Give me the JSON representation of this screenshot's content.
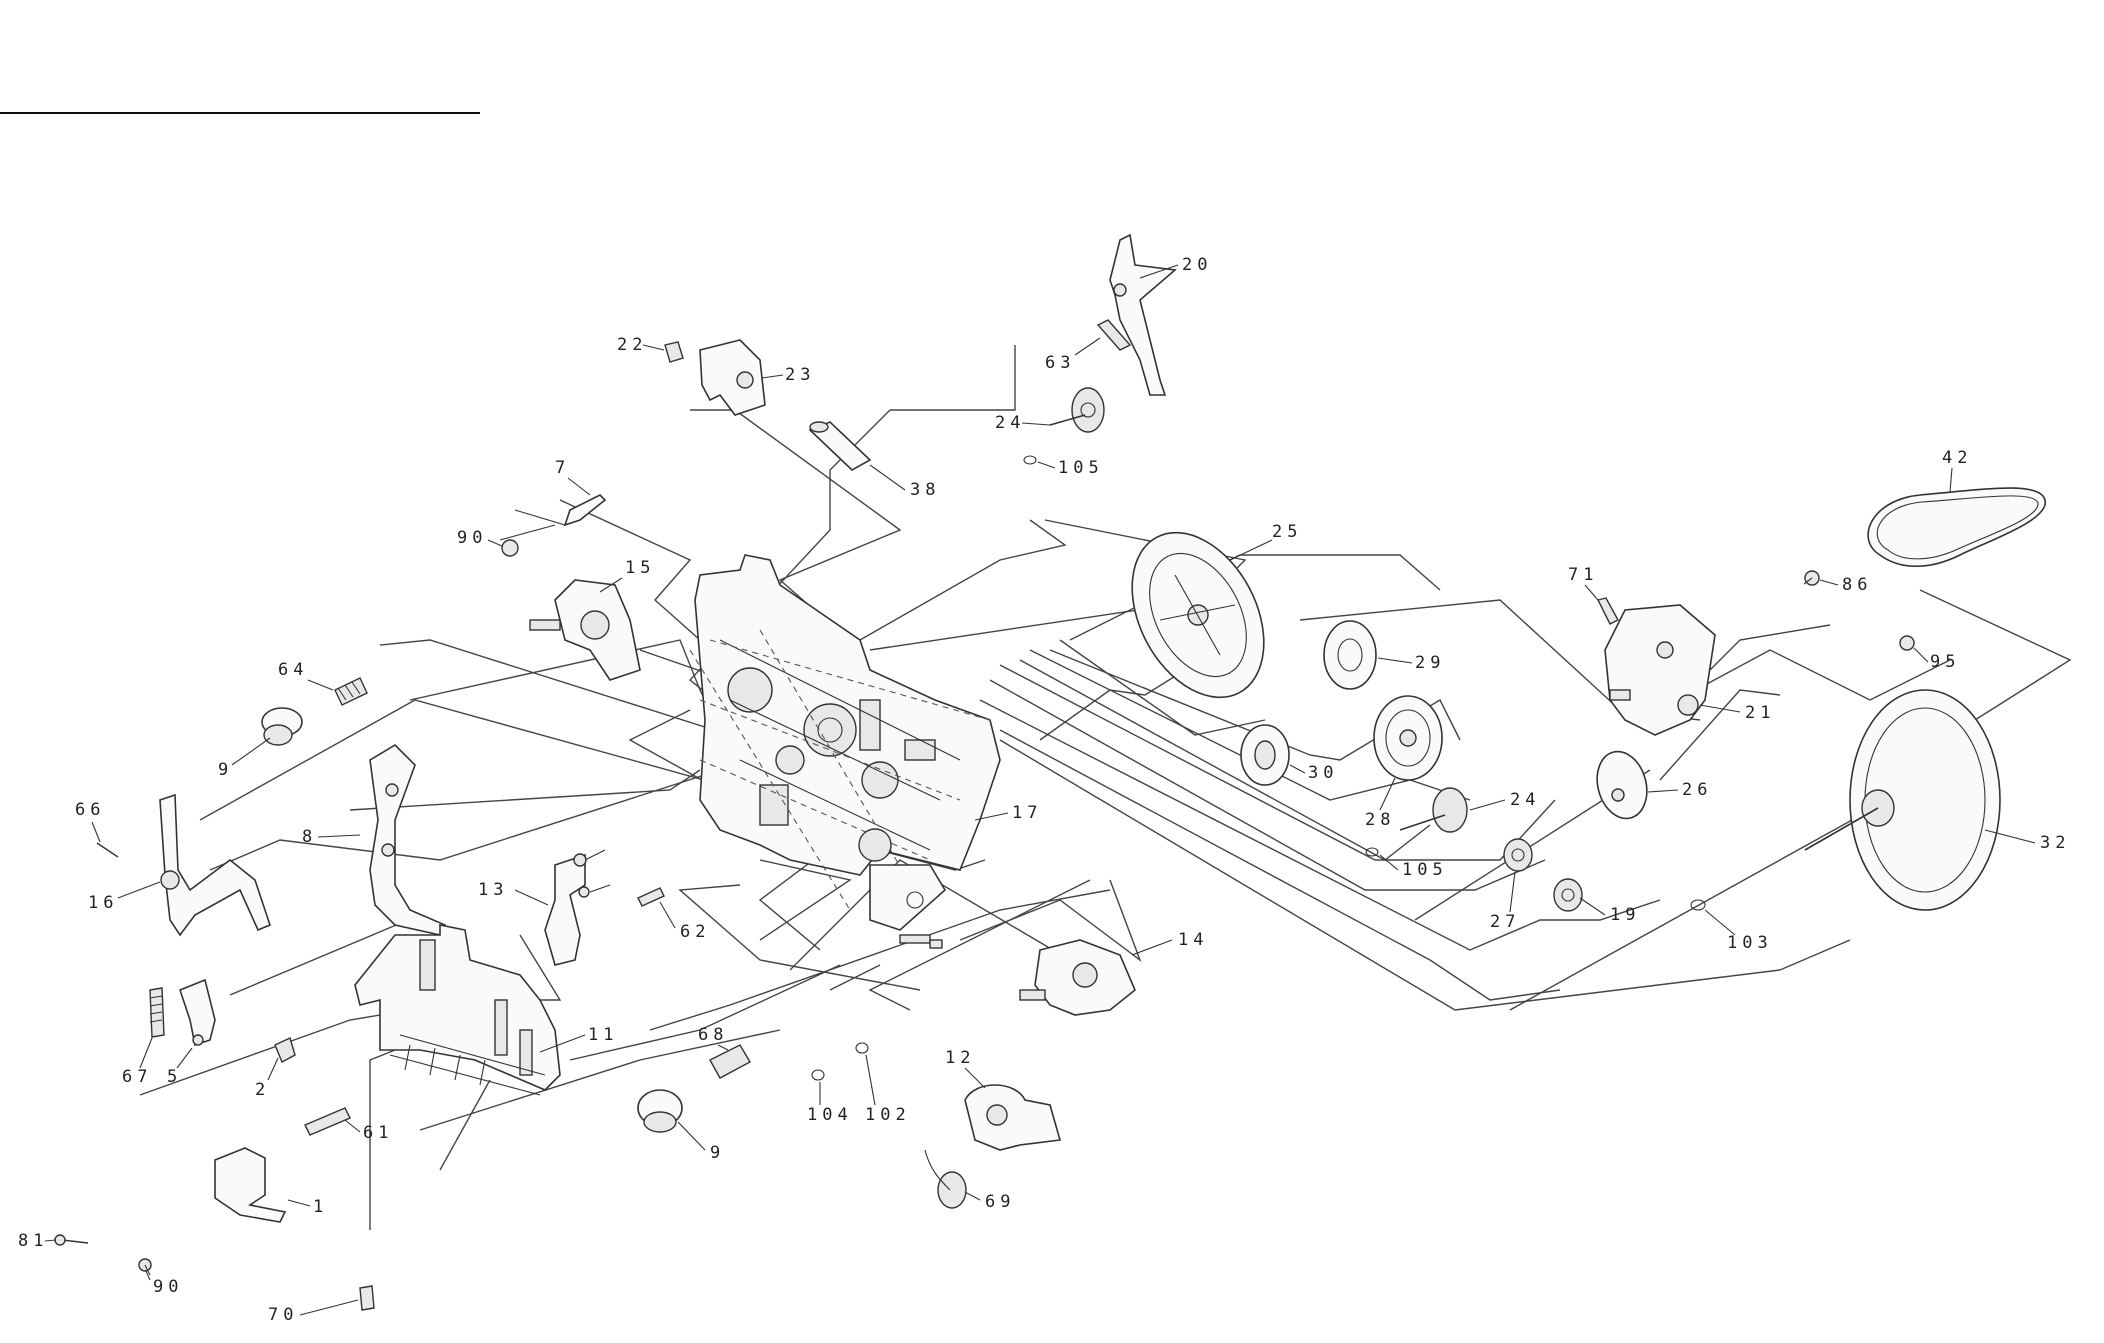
{
  "diagram": {
    "callouts": [
      "1",
      "2",
      "5",
      "7",
      "8",
      "9",
      "9",
      "11",
      "12",
      "13",
      "14",
      "15",
      "16",
      "17",
      "19",
      "20",
      "21",
      "22",
      "23",
      "24",
      "24",
      "25",
      "26",
      "27",
      "28",
      "29",
      "30",
      "32",
      "38",
      "42",
      "61",
      "62",
      "63",
      "64",
      "66",
      "67",
      "68",
      "69",
      "70",
      "71",
      "81",
      "86",
      "90",
      "90",
      "95",
      "102",
      "103",
      "104",
      "105",
      "105"
    ]
  }
}
